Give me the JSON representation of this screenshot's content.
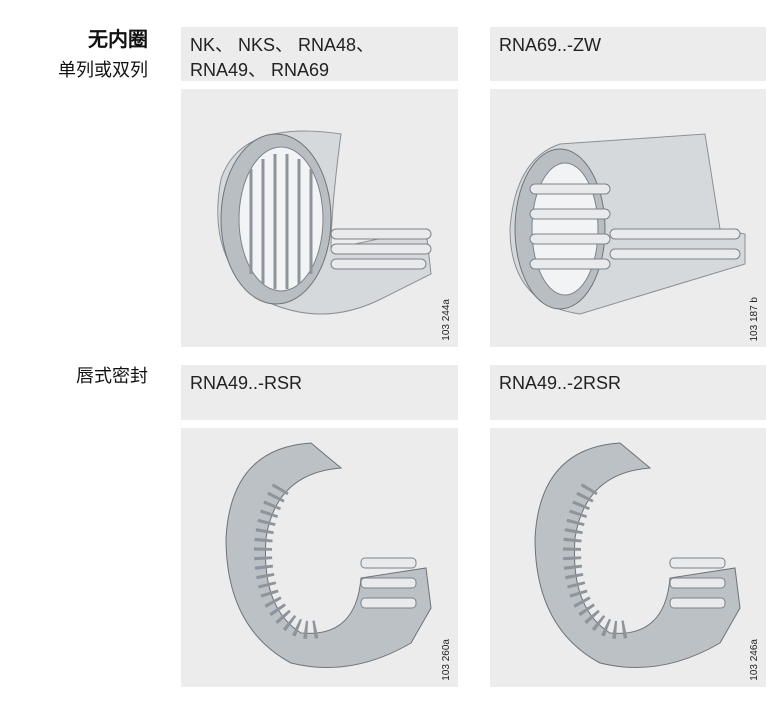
{
  "sections": [
    {
      "title": "无内圈",
      "subtitle": "单列或双列",
      "panels": [
        {
          "heading": "NK、 NKS、 RNA48、\nRNA49、 RNA69",
          "heading_lines": [
            "NK、 NKS、 RNA48、",
            "RNA49、 RNA69"
          ],
          "figure_code": "103 244a"
        },
        {
          "heading": "RNA69..-ZW",
          "figure_code": "103 187 b"
        }
      ]
    },
    {
      "title": "唇式密封",
      "panels": [
        {
          "heading": "RNA49..-RSR",
          "figure_code": "103 260a"
        },
        {
          "heading": "RNA49..-2RSR",
          "figure_code": "103 246a"
        }
      ]
    }
  ]
}
